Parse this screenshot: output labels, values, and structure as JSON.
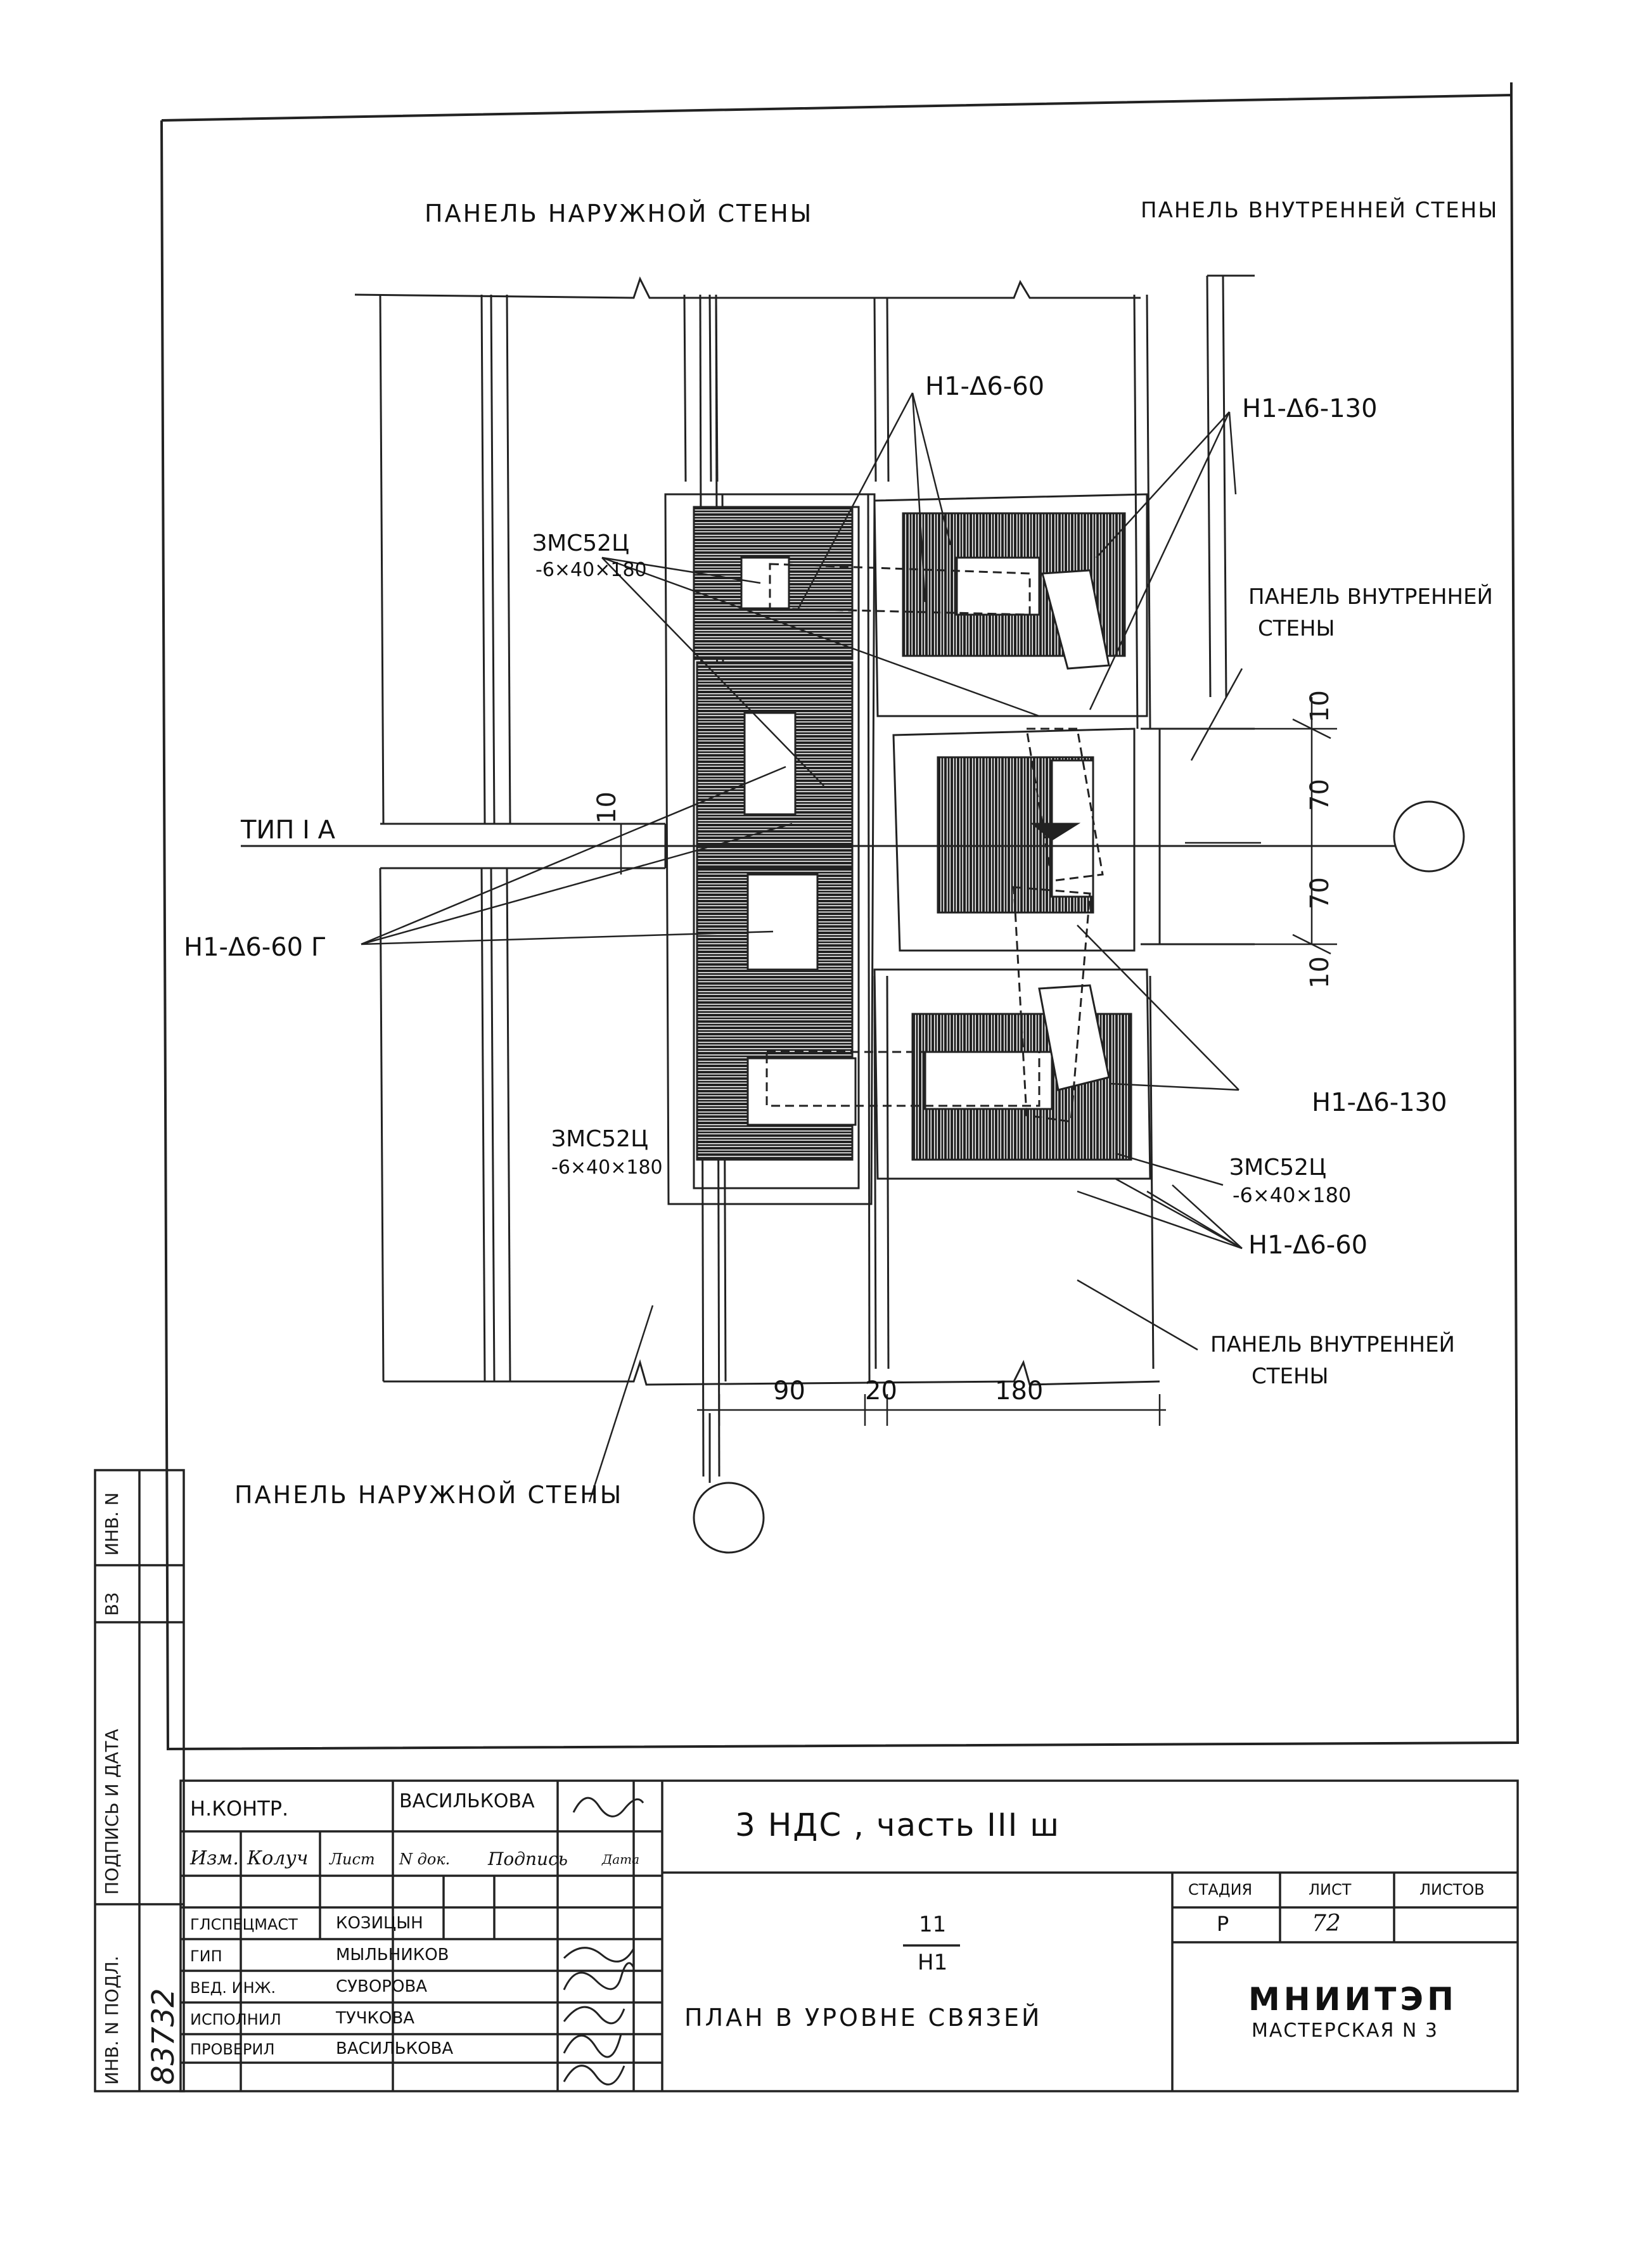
{
  "drawing": {
    "labels": {
      "outer_panel_top": "ПАНЕЛЬ НАРУЖНОЙ СТЕНЫ",
      "inner_panel_top": "ПАНЕЛЬ ВНУТРЕННЕЙ СТЕНЫ",
      "weld_top_left": "Н1-Δ6-60",
      "weld_top_right": "Н1-Δ6-130",
      "plate_left_top_1": "ЗМС52Ц",
      "plate_left_top_2": "-6×40×180",
      "inner_panel_right_1": "ПАНЕЛЬ ВНУТРЕННЕЙ",
      "inner_panel_right_2": "СТЕНЫ",
      "type_mark": "ТИП I A",
      "weld_left": "Н1-Δ6-60 Г",
      "plate_left_bottom_1": "ЗМС52Ц",
      "plate_left_bottom_2": "-6×40×180",
      "weld_right_mid": "Н1-Δ6-130",
      "plate_right_1": "ЗМС52Ц",
      "plate_right_2": "-6×40×180",
      "weld_right_bottom": "Н1-Δ6-60",
      "inner_panel_bottom_1": "ПАНЕЛЬ ВНУТРЕННЕЙ",
      "inner_panel_bottom_2": "СТЕНЫ",
      "outer_panel_bottom": "ПАНЕЛЬ НАРУЖНОЙ СТЕНЫ"
    },
    "dimensions": {
      "right_top": "10",
      "right_mid1": "70",
      "right_mid2": "70",
      "right_bottom": "10",
      "left_gap": "10",
      "bottom_1": "90",
      "bottom_2": "20",
      "bottom_3": "180"
    }
  },
  "sidebar": {
    "inv_podl": "ИНВ. N ПОДЛ.",
    "podpis_data": "ПОДПИСЬ И ДАТА",
    "vz": "ВЗ",
    "inv_n": "ИНВ. N",
    "inv_value": "83732"
  },
  "title_block": {
    "n_kontr_role": "Н.КОНТР.",
    "n_kontr_name": "ВАСИЛЬКОВА",
    "header_izm": "Изм.",
    "header_koluch": "Колуч",
    "header_list": "Лист",
    "header_ndok": "N док.",
    "header_podpis": "Подпись",
    "header_data": "Дата",
    "rows": [
      {
        "role": "ГЛСПЕЦМАСТ",
        "name": "КОЗИЦЫН"
      },
      {
        "role": "ГИП",
        "name": "МЫЛЬНИКОВ"
      },
      {
        "role": "ВЕД. ИНЖ.",
        "name": "СУВОРОВА"
      },
      {
        "role": "ИСПОЛНИЛ",
        "name": "ТУЧКОВА"
      },
      {
        "role": "ПРОВЕРИЛ",
        "name": "ВАСИЛЬКОВА"
      }
    ],
    "project": "3 НДС , часть III ш",
    "code_top": "11",
    "code_bottom": "Н1",
    "sheet_title": "ПЛАН В УРОВНЕ СВЯЗЕЙ",
    "stage_label": "СТАДИЯ",
    "sheet_label": "ЛИСТ",
    "sheets_label": "ЛИСТОВ",
    "stage_value": "Р",
    "sheet_value": "72",
    "sheets_value": "",
    "org_name": "МНИИТЭП",
    "org_unit": "МАСТЕРСКАЯ N 3"
  }
}
